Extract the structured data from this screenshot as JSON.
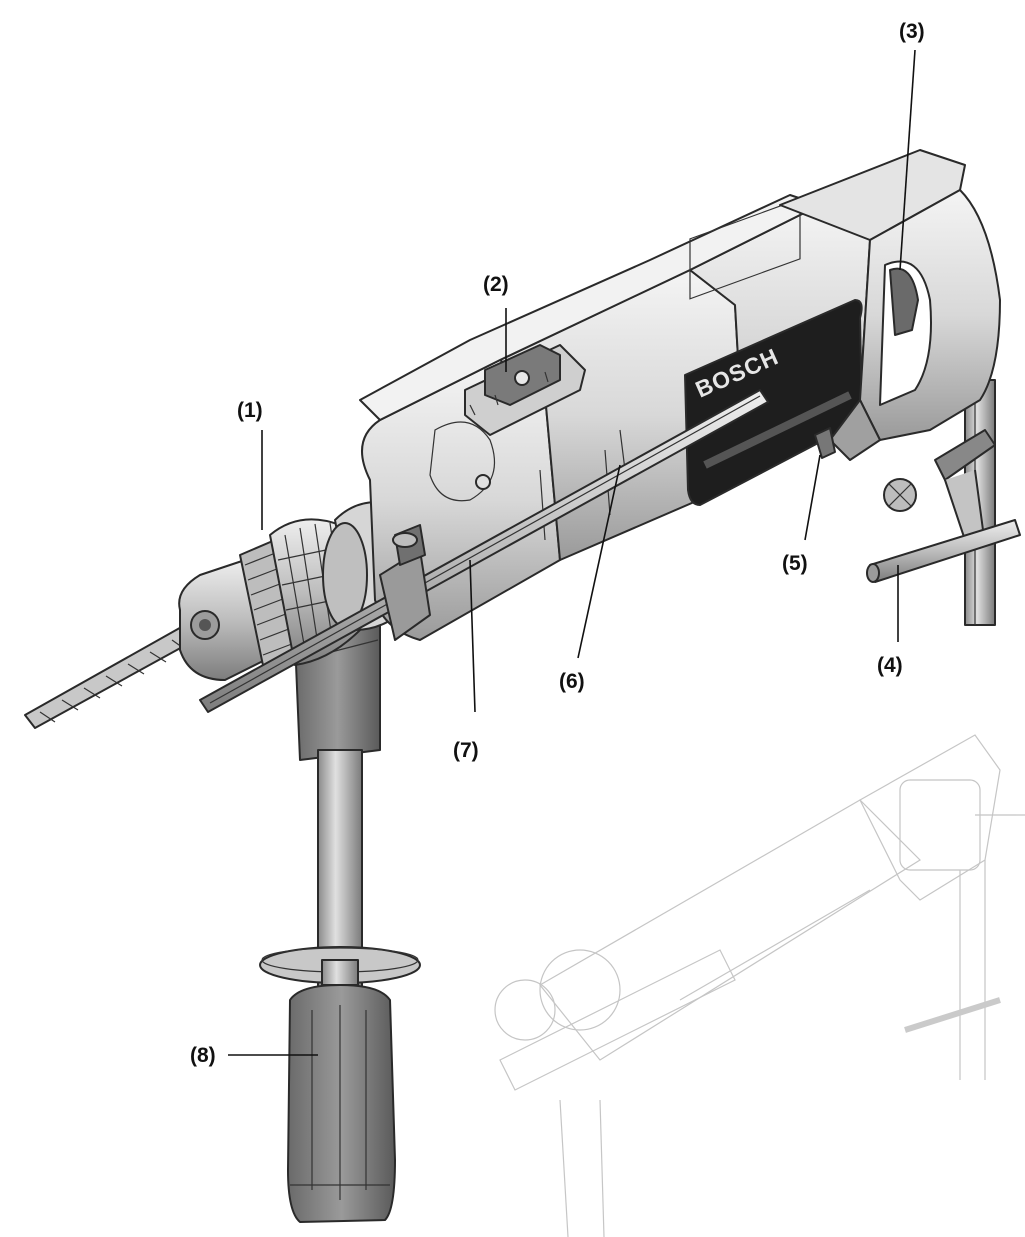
{
  "diagram": {
    "brand_text": "BOSCH",
    "callouts": [
      {
        "id": "chuck",
        "label": "(1)"
      },
      {
        "id": "selector",
        "label": "(2)"
      },
      {
        "id": "trigger",
        "label": "(3)"
      },
      {
        "id": "chuck-key",
        "label": "(4)"
      },
      {
        "id": "lock-button",
        "label": "(5)"
      },
      {
        "id": "depth-stop",
        "label": "(6)"
      },
      {
        "id": "depth-clamp",
        "label": "(7)"
      },
      {
        "id": "side-handle",
        "label": "(8)"
      }
    ]
  }
}
